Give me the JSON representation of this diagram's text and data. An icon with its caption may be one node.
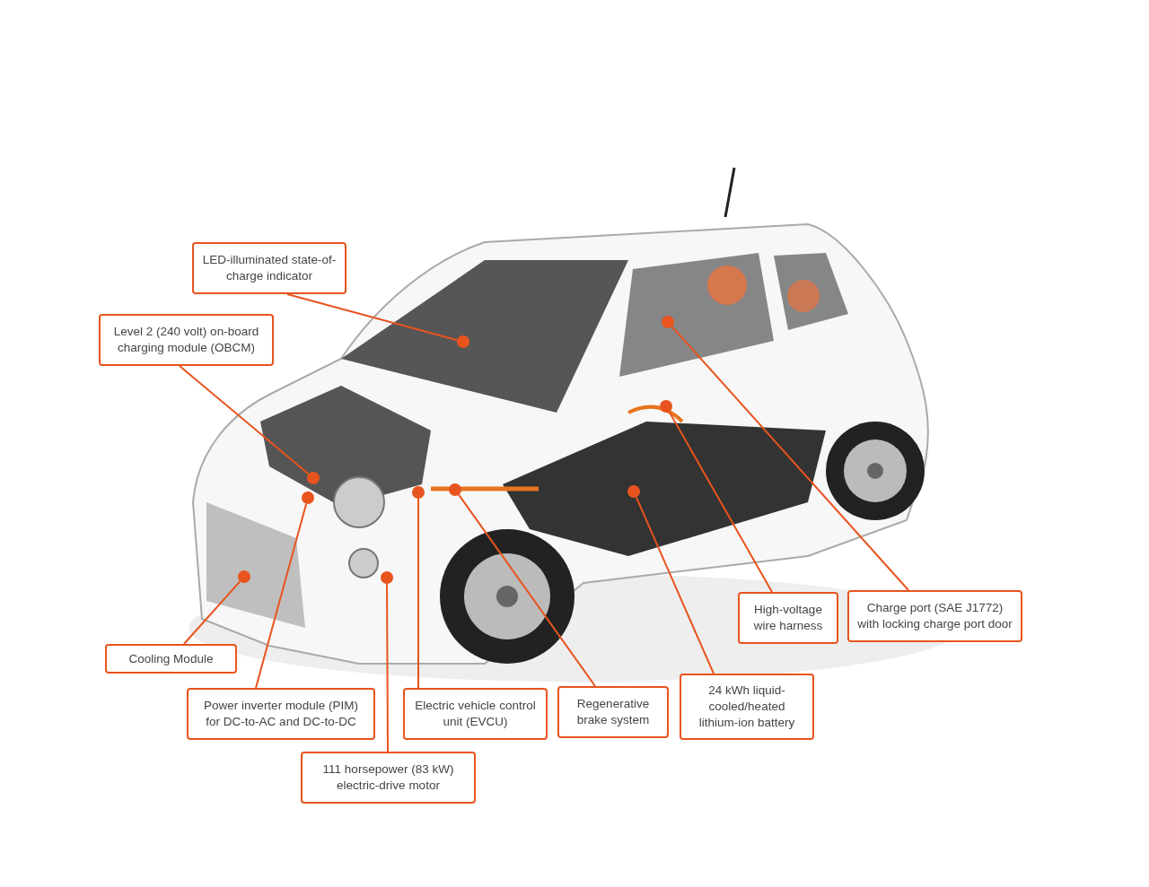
{
  "diagram": {
    "nodes": [
      {
        "text": [
          "LED-illuminated state-of-charge indicator"
        ]
      },
      {
        "text": [
          "Level 2 (240 volt) on-board charging module (OBCM)"
        ]
      },
      {
        "text": [
          "Cooling Module"
        ]
      },
      {
        "text": [
          "Power inverter module (PIM) for DC-to-AC and DC-to-DC"
        ]
      },
      {
        "text": [
          "Electric vehicle control unit (EVCU)"
        ]
      },
      {
        "text": [
          "Regenerative brake system"
        ]
      },
      {
        "text": [
          "111 horsepower (83 kW) electric-drive motor"
        ]
      },
      {
        "text": [
          "24 kWh liquid-cooled/heated lithium-ion battery"
        ]
      },
      {
        "text": [
          "High-voltage wire harness"
        ]
      },
      {
        "text": [
          "Charge port (SAE J1772) with locking charge port door"
        ]
      },
      {
        "text": [],
        "shape": "circle"
      },
      {
        "text": [],
        "shape": "circle"
      },
      {
        "text": [],
        "shape": "circle"
      },
      {
        "text": [],
        "shape": "circle"
      },
      {
        "text": [],
        "shape": "circle"
      },
      {
        "text": [],
        "shape": "circle"
      },
      {
        "text": [],
        "shape": "circle"
      },
      {
        "text": [],
        "shape": "circle"
      },
      {
        "text": [],
        "shape": "circle"
      },
      {
        "text": [],
        "shape": "circle"
      }
    ],
    "edges": [
      {
        "from": 0,
        "to": 10,
        "arrow": "none"
      },
      {
        "from": 1,
        "to": 11,
        "arrow": "none"
      },
      {
        "from": 2,
        "to": 12,
        "arrow": "none"
      },
      {
        "from": 3,
        "to": 13,
        "arrow": "none"
      },
      {
        "from": 4,
        "to": 14,
        "arrow": "none"
      },
      {
        "from": 5,
        "to": 15,
        "arrow": "none"
      },
      {
        "from": 6,
        "to": 16,
        "arrow": "none"
      },
      {
        "from": 7,
        "to": 17,
        "arrow": "none"
      },
      {
        "from": 8,
        "to": 18,
        "arrow": "none"
      },
      {
        "from": 9,
        "to": 19,
        "arrow": "none"
      }
    ]
  }
}
